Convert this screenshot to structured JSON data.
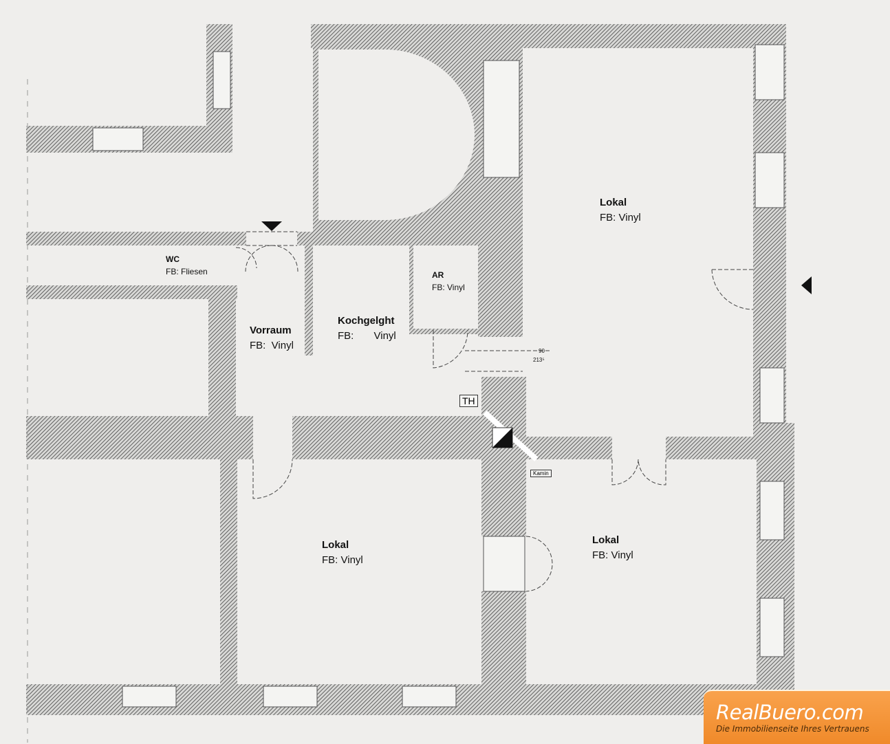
{
  "rooms": [
    {
      "name": "Lokal",
      "floor": "FB: Vinyl"
    },
    {
      "name": "WC",
      "floor": "FB: Fliesen"
    },
    {
      "name": "AR",
      "floor": "FB: Vinyl"
    },
    {
      "name": "Vorraum",
      "floor": "FB:  Vinyl"
    },
    {
      "name": "Kochgelght",
      "floor": "FB:       Vinyl"
    },
    {
      "name": "Lokal",
      "floor": "FB: Vinyl"
    },
    {
      "name": "Lokal",
      "floor": "FB: Vinyl"
    }
  ],
  "annotations": {
    "th": "TH",
    "kamin": "Kamin",
    "dim_top": "90",
    "dim_bottom": "213⁵"
  },
  "logo": {
    "brand": "RealBuero.com",
    "tagline": "Die Immobilienseite Ihres Vertrauens"
  },
  "colors": {
    "paper": "#efeeec",
    "wall": "#555555",
    "logo": "#f39433"
  }
}
